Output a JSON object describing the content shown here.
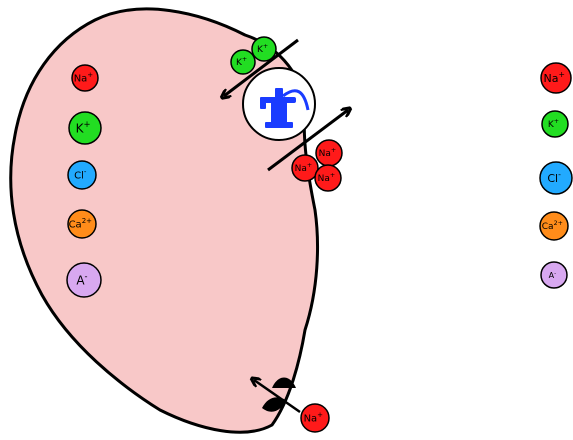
{
  "colors": {
    "cell_fill": "#f8c8c8",
    "cell_stroke": "#000000",
    "na": "#ff1a1a",
    "k": "#22dd22",
    "cl": "#22aaff",
    "ca": "#ff8c1a",
    "a": "#d8a8f0",
    "pump_icon": "#1a3cff"
  },
  "ions": {
    "na": {
      "symbol": "Na",
      "charge": "+"
    },
    "k": {
      "symbol": "K",
      "charge": "+"
    },
    "cl": {
      "symbol": "Cl",
      "charge": "-"
    },
    "ca": {
      "symbol": "Ca",
      "charge": "2+"
    },
    "a": {
      "symbol": "A",
      "charge": "-"
    }
  },
  "inside_ions": [
    "na",
    "k",
    "cl",
    "ca",
    "a"
  ],
  "outside_ions": [
    "na",
    "k",
    "cl",
    "ca",
    "a"
  ],
  "pump": {
    "icon": "water-pump-icon",
    "k_in": [
      "k",
      "k"
    ],
    "na_out": [
      "na",
      "na",
      "na"
    ]
  },
  "channel": {
    "icon": "ion-channel-icon",
    "ion": "na"
  }
}
